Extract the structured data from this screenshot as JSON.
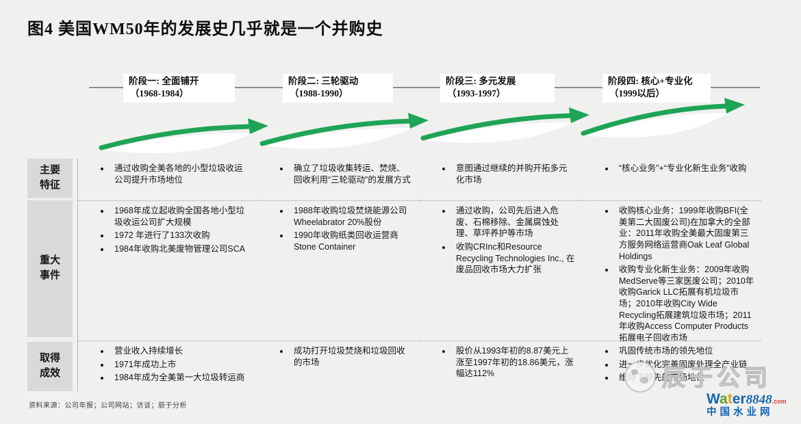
{
  "title": "图4  美国WM50年的发展史几乎就是一个并购史",
  "stages": [
    {
      "name": "阶段一: 全面铺开",
      "period": "（1968-1984）"
    },
    {
      "name": "阶段二: 三轮驱动",
      "period": "（1988-1990）"
    },
    {
      "name": "阶段三: 多元发展",
      "period": "（1993-1997）"
    },
    {
      "name": "阶段四: 核心+专业化",
      "period": "（1999以后）"
    }
  ],
  "rows": [
    {
      "label": "主要特征",
      "label_lines": [
        "主要",
        "特征"
      ],
      "cells": [
        [
          "通过收购全美各地的小型垃圾收运公司提升市场地位"
        ],
        [
          "确立了垃圾收集转运、焚烧、回收利用“三轮驱动”的发展方式"
        ],
        [
          "意图通过继续的并购开拓多元化市场"
        ],
        [
          "“核心业务”+“专业化新生业务”收购"
        ]
      ]
    },
    {
      "label": "重大事件",
      "label_lines": [
        "重大",
        "事件"
      ],
      "cells": [
        [
          "1968年成立起收购全国各地小型垃圾收运公司扩大规模",
          "1972 年进行了133次收购",
          "1984年收购北美废物管理公司SCA"
        ],
        [
          "1988年收购垃圾焚烧能源公司Wheelabrator 20%股份",
          "1990年收购纸类回收运营商Stone Container"
        ],
        [
          "通过收购，公司先后进入危废、石棉移除、金属腐蚀处理、草坪养护等市场",
          "收购CRInc和Resource Recycling Technologies Inc., 在废品回收市场大力扩张"
        ],
        [
          "收购核心业务：1999年收购BFI(全美第二大固废公司)在加拿大的全部业：2011年收购全美最大固废第三方服务网络运营商Oak Leaf Global Holdings",
          "收购专业化新生业务：2009年收购MedServe等三家医废公司；2010年收购Garick LLC拓展有机垃圾市场；2010年收购City Wide Recycling拓展建筑垃圾市场；2011年收购Access Computer Products拓展电子回收市场"
        ]
      ]
    },
    {
      "label": "取得成效",
      "label_lines": [
        "取得",
        "成效"
      ],
      "cells": [
        [
          "营业收入持续增长",
          "1971年成功上市",
          "1984年成为全美第一大垃圾转运商"
        ],
        [
          "成功打开垃圾焚烧和垃圾回收的市场"
        ],
        [
          "股价从1993年初的8.87美元上涨至1997年初的18.86美元，涨幅达112%"
        ],
        [
          "巩固传统市场的领先地位",
          "进一步优化完善固废处理全产业链",
          "维持了领先的市场地位"
        ]
      ]
    }
  ],
  "footer": {
    "source": "资料来源：公司年报；公司网站；访谈；辰于分析"
  },
  "watermark": {
    "text": "辰于公司"
  },
  "logo": {
    "brand_letters": [
      [
        "W",
        "#1565b4"
      ],
      [
        "a",
        "#57a32b"
      ],
      [
        "t",
        "#f29b00"
      ],
      [
        "e",
        "#1565b4"
      ],
      [
        "r",
        "#1565b4"
      ]
    ],
    "brand_num": "8848",
    "brand_tld": ".com",
    "cn_name": "中国水业网"
  },
  "colors": {
    "arrow": "#1fa457",
    "label_bg": "#d9d9d9",
    "background": "#f0f0ee",
    "brand_blue": "#1565b4",
    "brand_red": "#e03c31"
  }
}
